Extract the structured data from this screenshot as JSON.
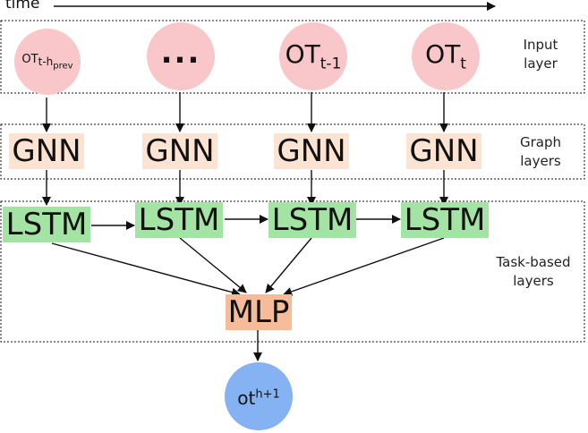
{
  "time_label": "time",
  "layers": {
    "input": [
      "Input",
      "layer"
    ],
    "graph": [
      "Graph",
      "layers"
    ],
    "task": [
      "Task-based",
      "layers"
    ]
  },
  "inputs": [
    {
      "base": "OT",
      "sub": "t-h",
      "subsub": "prev"
    },
    {
      "text": "..."
    },
    {
      "base": "OT",
      "sub": "t-1"
    },
    {
      "base": "OT",
      "sub": "t"
    }
  ],
  "gnn_label": "GNN",
  "lstm_label": "LSTM",
  "mlp_label": "MLP",
  "output": {
    "base": "ot",
    "sup": "h+1"
  },
  "colors": {
    "input_node": "#f9c7c9",
    "gnn": "#fde3d2",
    "lstm": "#a3e3a3",
    "mlp": "#f6bc9a",
    "output_node": "#85b2f2"
  }
}
